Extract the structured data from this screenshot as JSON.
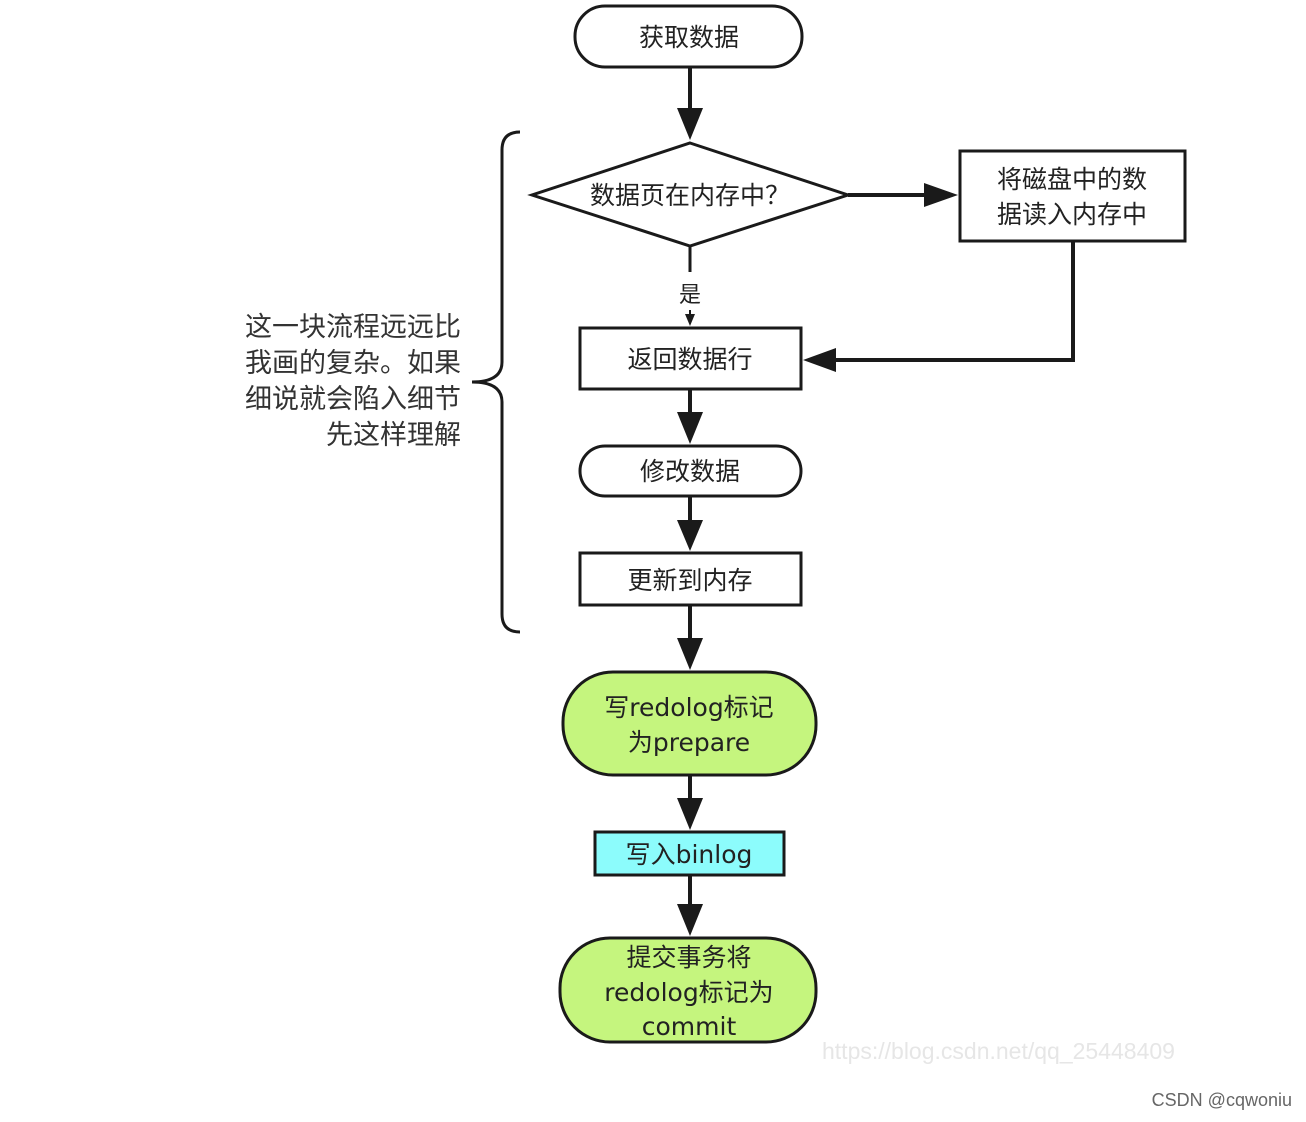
{
  "nodes": {
    "get_data": {
      "label": [
        "获取数据"
      ],
      "shape": "rounded"
    },
    "in_memory_check": {
      "label": [
        "数据页在内存中？"
      ],
      "shape": "decision"
    },
    "read_disk": {
      "label": [
        "将磁盘中的数",
        "据读入内存中"
      ],
      "shape": "process"
    },
    "return_row": {
      "label": [
        "返回数据行"
      ],
      "shape": "process"
    },
    "modify_data": {
      "label": [
        "修改数据"
      ],
      "shape": "rounded"
    },
    "update_memory": {
      "label": [
        "更新到内存"
      ],
      "shape": "process"
    },
    "redolog_prepare": {
      "label": [
        "写redolog标记",
        "为prepare"
      ],
      "shape": "rounded",
      "fill": "#c5f57e"
    },
    "write_binlog": {
      "label": [
        "写入binlog"
      ],
      "shape": "process",
      "fill": "#8cfcfc"
    },
    "commit": {
      "label": [
        "提交事务将",
        "redolog标记为",
        "commit"
      ],
      "shape": "rounded",
      "fill": "#c5f57e"
    }
  },
  "edges": [
    {
      "from": "get_data",
      "to": "in_memory_check",
      "label": ""
    },
    {
      "from": "in_memory_check",
      "to": "read_disk",
      "label": ""
    },
    {
      "from": "in_memory_check",
      "to": "return_row",
      "label": "是"
    },
    {
      "from": "read_disk",
      "to": "return_row",
      "label": ""
    },
    {
      "from": "return_row",
      "to": "modify_data",
      "label": ""
    },
    {
      "from": "modify_data",
      "to": "update_memory",
      "label": ""
    },
    {
      "from": "update_memory",
      "to": "redolog_prepare",
      "label": ""
    },
    {
      "from": "redolog_prepare",
      "to": "write_binlog",
      "label": ""
    },
    {
      "from": "write_binlog",
      "to": "commit",
      "label": ""
    }
  ],
  "edge_label_yes": "是",
  "note": {
    "lines": [
      "这一块流程远远比",
      "我画的复杂。如果",
      "细说就会陷入细节",
      "先这样理解"
    ]
  },
  "colors": {
    "stroke": "#1a1a1a",
    "green_fill": "#c5f57e",
    "cyan_fill": "#8cfcfc"
  },
  "watermark": "https://blog.csdn.net/qq_25448409",
  "credit": "CSDN @cqwoniu"
}
